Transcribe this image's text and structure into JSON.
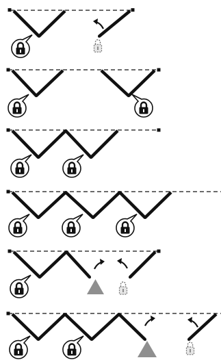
{
  "rows": [
    {
      "label": "row-1",
      "mechanism": "first-strut-locked",
      "locked_count": 1,
      "unlocked_count": 1,
      "triangles": 0
    },
    {
      "label": "row-2",
      "mechanism": "both-struts-locked",
      "locked_count": 2,
      "unlocked_count": 0,
      "triangles": 0
    },
    {
      "label": "row-3",
      "mechanism": "adjacent-pair-locked",
      "locked_count": 2,
      "unlocked_count": 0,
      "triangles": 0
    },
    {
      "label": "row-4",
      "mechanism": "three-locked-chain",
      "locked_count": 3,
      "unlocked_count": 0,
      "triangles": 0
    },
    {
      "label": "row-5",
      "mechanism": "one-locked-one-unlocking",
      "locked_count": 1,
      "unlocked_count": 1,
      "triangles": 1
    },
    {
      "label": "row-6",
      "mechanism": "two-locked-one-unlocking",
      "locked_count": 2,
      "unlocked_count": 1,
      "triangles": 1
    }
  ],
  "icons": {
    "locked": "padlock-closed-icon",
    "unlocked": "padlock-ghost-icon",
    "rotation": "curved-arrow-icon",
    "anchor": "triangle-anchor-icon"
  },
  "colors": {
    "ink": "#111111",
    "triangle": "#8f8f8f",
    "ghost_fill": "#e6e6e6",
    "ghost_stroke": "#777777"
  }
}
